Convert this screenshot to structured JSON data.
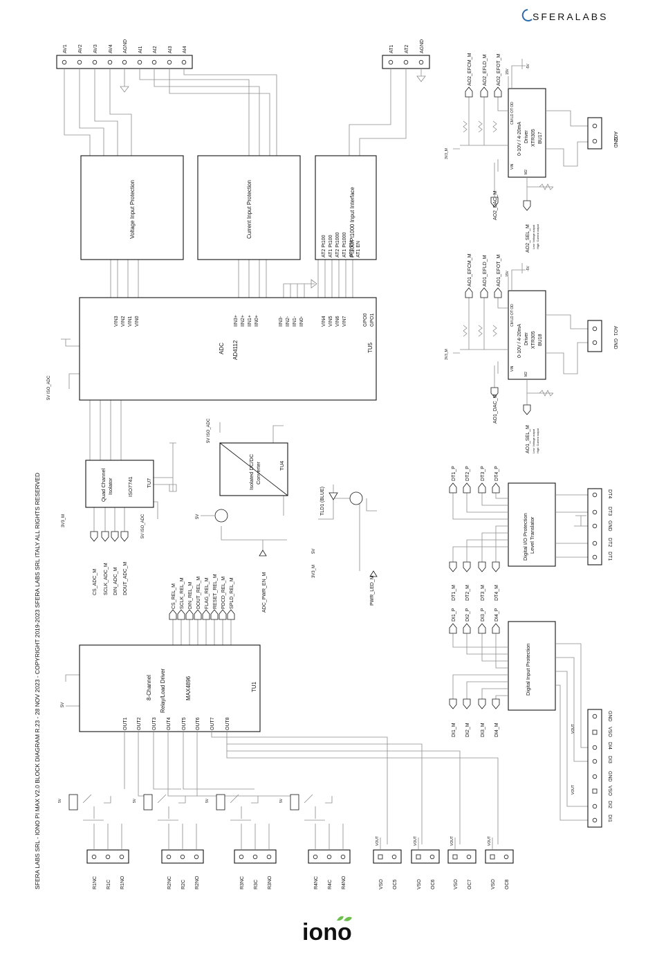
{
  "brand": {
    "sferalabs": "SFERALABS",
    "iono": "iono",
    "accent": "#2a6aa8",
    "leaf": "#6bbf4a"
  },
  "title": "SFERA LABS SRL - IONO PI MAX V2.0 BLOCK DIAGRAM R.23 - 28 NOV 2023 - COPYRIGHT 2019-2023 SFERA LABS SRL ITALY ALL RIGHTS RESERVED",
  "connectors": {
    "analog_in": [
      "AV1",
      "AV2",
      "AV3",
      "AV4",
      "AGND",
      "AI1",
      "AI2",
      "AI3",
      "AI4"
    ],
    "temp_in": [
      "AT1",
      "AT2",
      "AGND"
    ],
    "ao2": [
      "AO2",
      "GND"
    ],
    "ao1": [
      "AO1",
      "GND"
    ],
    "dt": [
      "DT4",
      "DT3",
      "GND",
      "DT2",
      "DT1"
    ],
    "di": [
      "GND",
      "VSO",
      "DI4",
      "DI3",
      "GND",
      "VSO",
      "DI2",
      "DI1"
    ],
    "relays": [
      [
        "R1NC",
        "R1C",
        "R1NO"
      ],
      [
        "R2NC",
        "R2C",
        "R2NO"
      ],
      [
        "R3NC",
        "R3C",
        "R3NO"
      ],
      [
        "R4NC",
        "R4C",
        "R4NO"
      ]
    ],
    "oc": [
      [
        "VSO",
        "OC5"
      ],
      [
        "VSO",
        "OC6"
      ],
      [
        "VSO",
        "OC7"
      ],
      [
        "VSO",
        "OC8"
      ]
    ]
  },
  "blocks": {
    "voltage_protection": "Voltage Input Protection",
    "current_protection": "Current Input Protection",
    "rtd": {
      "title": "Pt100/Pt1000 Input Interface",
      "signals": [
        "AT2 Pt100",
        "AT1 Pt100",
        "AT2 Pt1000",
        "AT1 Pt1000",
        "AT2 EN",
        "AT1 EN"
      ]
    },
    "adc": {
      "name": "ADC",
      "part": "AD4112",
      "ref": "TU5",
      "pins": [
        "VIN3",
        "VIN2",
        "VIN1",
        "VIN0",
        "IIN3+",
        "IIN2+",
        "IIN1+",
        "IIN0+",
        "IIN3-",
        "IIN2-",
        "IIN1-",
        "IIN0-",
        "VIN4",
        "VIN5",
        "VIN6",
        "VIN7",
        "GPO0",
        "GPO1"
      ],
      "supply": "5V ISO_ADC"
    },
    "isolator": {
      "line1": "Quad Channel",
      "line2": "Isolator",
      "part": "ISO7741",
      "ref": "TU7"
    },
    "dcdc": {
      "line1": "Isolated DC/DC",
      "line2": "Converter",
      "ref": "TU4"
    },
    "relay_driver": {
      "line1": "8-Channel",
      "line2": "Relay/Load Driver",
      "part": "MAX4896",
      "ref": "TU1",
      "outputs": [
        "OUT1",
        "OUT2",
        "OUT3",
        "OUT4",
        "OUT5",
        "OUT6",
        "OUT7",
        "OUT8"
      ]
    },
    "xtr2": {
      "ic": "CM LD OT OD",
      "line1": "0-10V / 4-20mA",
      "line2": "Driver",
      "part": "XTR305",
      "ref": "BU17",
      "vin": "VIN",
      "m2": "M2"
    },
    "xtr1": {
      "ic": "CM LD OT OD",
      "line1": "0-10V / 4-20mA",
      "line2": "Driver",
      "part": "XTR305",
      "ref": "BU18",
      "vin": "VIN",
      "m2": "M2"
    },
    "dio_prot": {
      "line1": "Digital I/O Protection",
      "line2": "Level Translator"
    },
    "di_prot": "Digital Input Protection",
    "led": "TLD1 (BLUE)"
  },
  "signals": {
    "ao2_flags": [
      "AO2_EFCM_M",
      "AO2_EFLD_M",
      "AO2_EFOT_M"
    ],
    "ao1_flags": [
      "AO1_EFCM_M",
      "AO1_EFLD_M",
      "AO1_EFOT_M"
    ],
    "ao2_dac": "AO2_DAC_M",
    "ao1_dac": "AO1_DAC_M",
    "ao2_sel": "AO2_SEL_M",
    "ao1_sel": "AO1_SEL_M",
    "sel_note": [
      "Low: Voltage output",
      "High: Current output"
    ],
    "adc_spi": [
      "CS_ADC_M",
      "SCLK_ADC_M",
      "DIN_ADC_M",
      "DOUT_ADC_M"
    ],
    "rel_spi": [
      "CS_REL_M",
      "SCLK_REL_M",
      "DIN_REL_M",
      "DOUT_REL_M",
      "FLAG_REL_M",
      "RESET_REL_M",
      "PDCD_REL_M",
      "SPLD_REL_M"
    ],
    "adc_pwr": "ADC_PWR_EN_M",
    "pwr_led": "PWR_LED_M",
    "dt_p": [
      "DT1_P",
      "DT2_P",
      "DT3_P",
      "DT4_P"
    ],
    "dt_m": [
      "DT1_M",
      "DT2_M",
      "DT3_M",
      "DT4_M"
    ],
    "di_p": [
      "DI1_P",
      "DI2_P",
      "DI3_P",
      "DI4_P"
    ],
    "di_m": [
      "DI1_M",
      "DI2_M",
      "DI3_M",
      "DI4_M"
    ]
  },
  "rails": {
    "v15": "15V",
    "vneg5": "-5V",
    "v3v3": "3V3_M",
    "v5": "5V",
    "v5iso": "5V ISO_ADC",
    "vout": "VOUT"
  }
}
